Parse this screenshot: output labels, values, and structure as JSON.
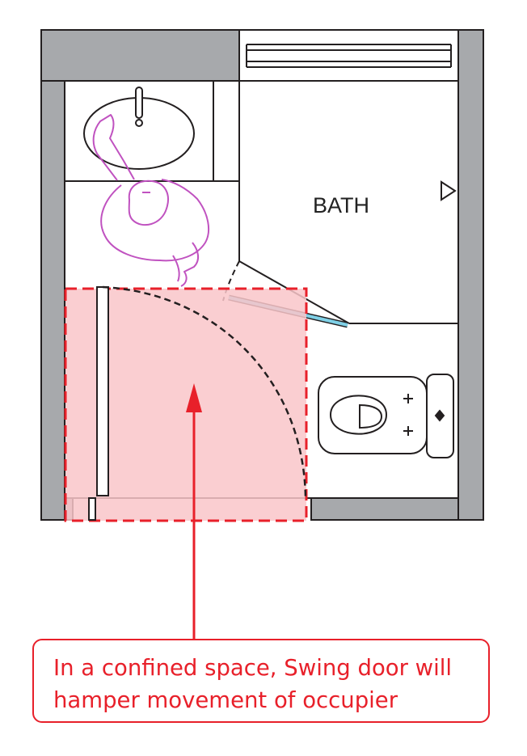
{
  "labels": {
    "room": "BATH"
  },
  "callout": {
    "line1": "In a confined space, Swing door will",
    "line2": "hamper movement of occupier"
  },
  "colors": {
    "wall": "#a7a9ac",
    "outline": "#231f20",
    "highlight_fill": "#f9c5c9",
    "highlight_border": "#e8202a",
    "callout": "#e8202a",
    "person": "#c052c0",
    "glass": "#7fd0e6"
  },
  "icons": [
    "sink-icon",
    "person-icon",
    "toilet-icon",
    "door-swing-icon",
    "bath-door-arrow-icon"
  ]
}
